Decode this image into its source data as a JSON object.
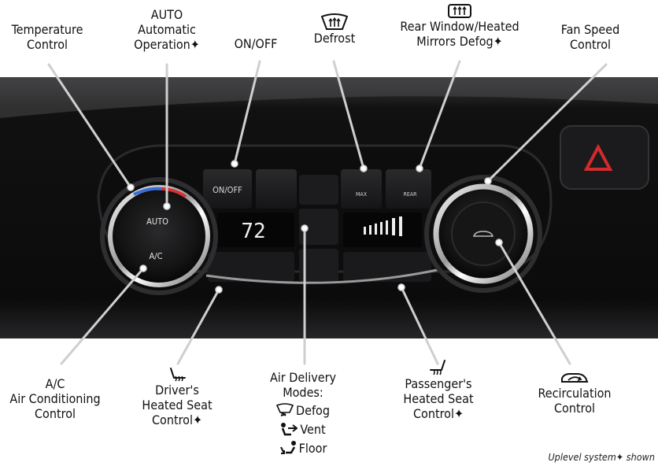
{
  "labels": {
    "temperature": [
      "Temperature",
      "Control"
    ],
    "auto": [
      "AUTO",
      "Automatic",
      "Operation✦"
    ],
    "onoff": [
      "ON/OFF"
    ],
    "defrost": [
      "Defrost"
    ],
    "rear": [
      "Rear Window/Heated",
      "Mirrors Defog✦"
    ],
    "fan": [
      "Fan Speed",
      "Control"
    ],
    "ac": [
      "A/C",
      "Air Conditioning",
      "Control"
    ],
    "driver_seat": [
      "Driver's",
      "Heated Seat",
      "Control✦"
    ],
    "air_delivery": [
      "Air Delivery",
      "Modes:"
    ],
    "passenger_seat": [
      "Passenger's",
      "Heated Seat",
      "Control✦"
    ],
    "recirc": [
      "Recirculation",
      "Control"
    ]
  },
  "modes": [
    "Defog",
    "Vent",
    "Floor"
  ],
  "panel": {
    "onoff_button": "ON/OFF",
    "auto_button": "AUTO",
    "ac_button": "A/C",
    "temp_display": "72",
    "defrost_button": "MAX",
    "rear_button": "REAR"
  },
  "note": "Uplevel system✦ shown"
}
